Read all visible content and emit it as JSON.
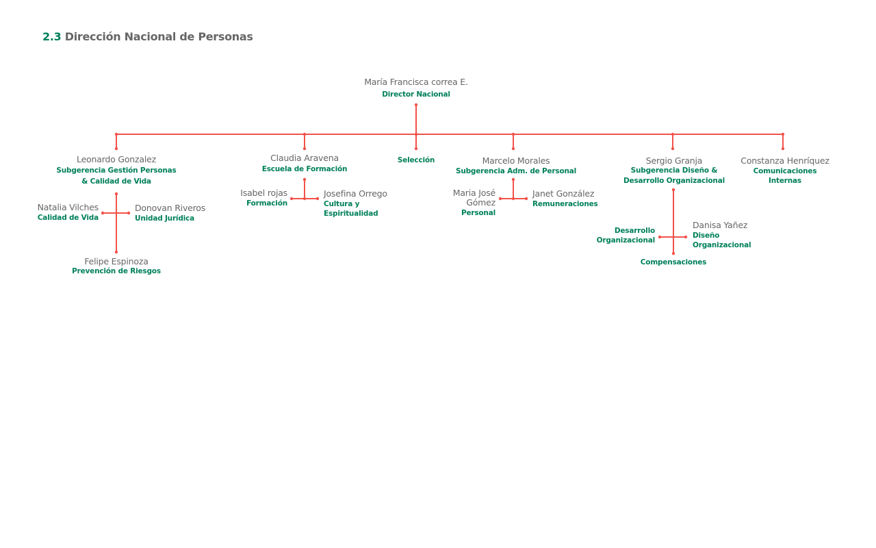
{
  "header": {
    "number": "2.3",
    "title": "Dirección Nacional de Personas"
  },
  "colors": {
    "line": "#f2524a",
    "accent": "#00805a",
    "text": "#666666"
  },
  "director": {
    "name": "María Francisca correa E.",
    "role": "Director Nacional"
  },
  "leonardo": {
    "name": "Leonardo Gonzalez",
    "role1": "Subgerencia Gestión Personas",
    "role2": "& Calidad de Vida"
  },
  "natalia": {
    "name": "Natalia Vilches",
    "role": "Calidad de Vida"
  },
  "donovan": {
    "name": "Donovan Riveros",
    "role": "Unidad Jurídica"
  },
  "felipe": {
    "name": "Felipe Espinoza",
    "role": "Prevención de Riesgos"
  },
  "claudia": {
    "name": "Claudia Aravena",
    "role": "Escuela de Formación"
  },
  "isabel": {
    "name": "Isabel rojas",
    "role": "Formación"
  },
  "josefina": {
    "name": "Josefina Orrego",
    "role1": "Cultura y",
    "role2": "Espiritualidad"
  },
  "seleccion": {
    "role": "Selección"
  },
  "marcelo": {
    "name": "Marcelo Morales",
    "role": "Subgerencia Adm. de Personal"
  },
  "mariajose": {
    "name1": "Maria José",
    "name2": "Gómez",
    "role": "Personal"
  },
  "janet": {
    "name": "Janet González",
    "role": "Remuneraciones"
  },
  "sergio": {
    "name": "Sergio Granja",
    "role1": "Subgerencia Diseño &",
    "role2": "Desarrollo Organizacional"
  },
  "desarrollo": {
    "role1": "Desarrollo",
    "role2": "Organizacional"
  },
  "danisa": {
    "name": "Danisa Yañez",
    "role1": "Diseño",
    "role2": "Organizacional"
  },
  "compensaciones": {
    "role": "Compensaciones"
  },
  "constanza": {
    "name": "Constanza Henríquez",
    "role1": "Comunicaciones",
    "role2": "Internas"
  }
}
